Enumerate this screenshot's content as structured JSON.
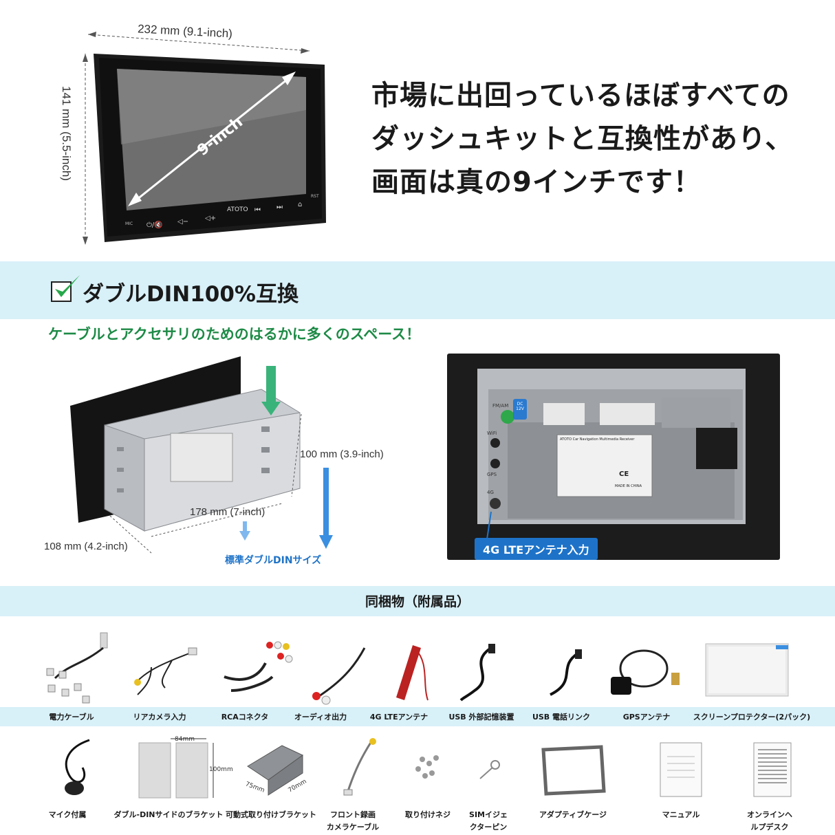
{
  "top": {
    "width_label": "232 mm (9.1-inch)",
    "height_label": "141 mm (5.5-inch)",
    "diag_label": "9-inch",
    "brand": "ATOTO",
    "mic": "MIC",
    "rst": "RST",
    "headline_lines": [
      "市場に出回っているほぼすべての",
      "ダッシュキットと互換性があり、",
      "画面は真の9インチです！"
    ]
  },
  "din": {
    "title": "ダブルDIN100%互換",
    "subtitle": "ケーブルとアクセサリのためのはるかに多くのスペース！",
    "dim_height": "100 mm (3.9-inch)",
    "dim_depth": "178 mm (7-inch)",
    "dim_width": "108 mm (4.2-inch)",
    "standard_label": "標準ダブルDINサイズ",
    "lte_label": "4G LTEアンテナ入力",
    "port_labels": [
      "FM/AM",
      "WiFi",
      "GPS",
      "4G"
    ],
    "receiver_label": "ATOTO Car Navigation Multimedia Receiver",
    "made_in": "MADE IN CHINA",
    "ce": "CE",
    "dc": "DC 12V"
  },
  "contents": {
    "title": "同梱物（附属品）",
    "row1": [
      "電力ケーブル",
      "リアカメラ入力",
      "RCAコネクタ",
      "オーディオ出力",
      "4G LTEアンテナ",
      "USB 外部記憶装置",
      "USB 電話リンク",
      "GPSアンテナ",
      "スクリーンプロテクター(2パック)"
    ],
    "row2": [
      "マイク付属",
      "ダブル-DINサイドのブラケット",
      "可動式取り付けブラケット",
      "フロント録画\nカメラケーブル",
      "取り付けネジ",
      "SIMイジェ\nクターピン",
      "アダプティブケージ",
      "マニュアル",
      "オンラインヘ\nルプデスク"
    ],
    "bracket_dims": [
      "84mm",
      "100mm"
    ],
    "cage_dims": [
      "75mm",
      "70mm"
    ]
  },
  "colors": {
    "band": "#d8f0f8",
    "green": "#1d8a46",
    "blue": "#1e73c8"
  }
}
